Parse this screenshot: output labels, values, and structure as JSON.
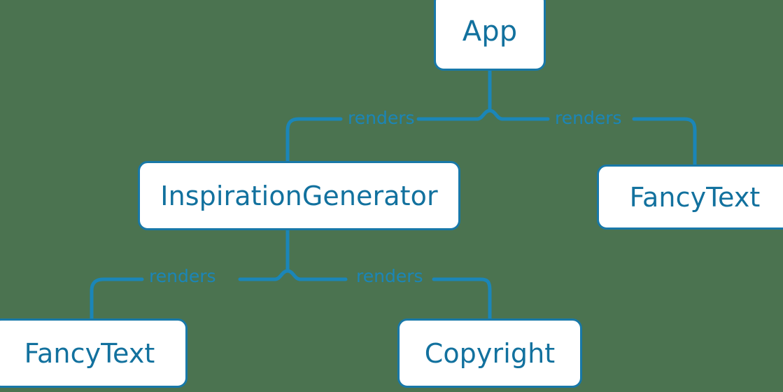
{
  "diagram": {
    "type": "component-tree",
    "background_color": "#4b7350",
    "node_fill_color": "#ffffff",
    "node_border_color": "#1878a8",
    "node_text_color": "#12719e",
    "edge_color": "#1b86b8",
    "nodes": [
      {
        "id": "app",
        "label": "App"
      },
      {
        "id": "inspiration",
        "label": "InspirationGenerator"
      },
      {
        "id": "fancytext-right",
        "label": "FancyText"
      },
      {
        "id": "fancytext-bottom",
        "label": "FancyText"
      },
      {
        "id": "copyright",
        "label": "Copyright"
      }
    ],
    "edges": [
      {
        "id": "app-inspiration",
        "from": "app",
        "to": "inspiration",
        "label": "renders"
      },
      {
        "id": "app-fancytext",
        "from": "app",
        "to": "fancytext-right",
        "label": "renders"
      },
      {
        "id": "ig-fancytext",
        "from": "inspiration",
        "to": "fancytext-bottom",
        "label": "renders"
      },
      {
        "id": "ig-copyright",
        "from": "inspiration",
        "to": "copyright",
        "label": "renders"
      }
    ]
  }
}
